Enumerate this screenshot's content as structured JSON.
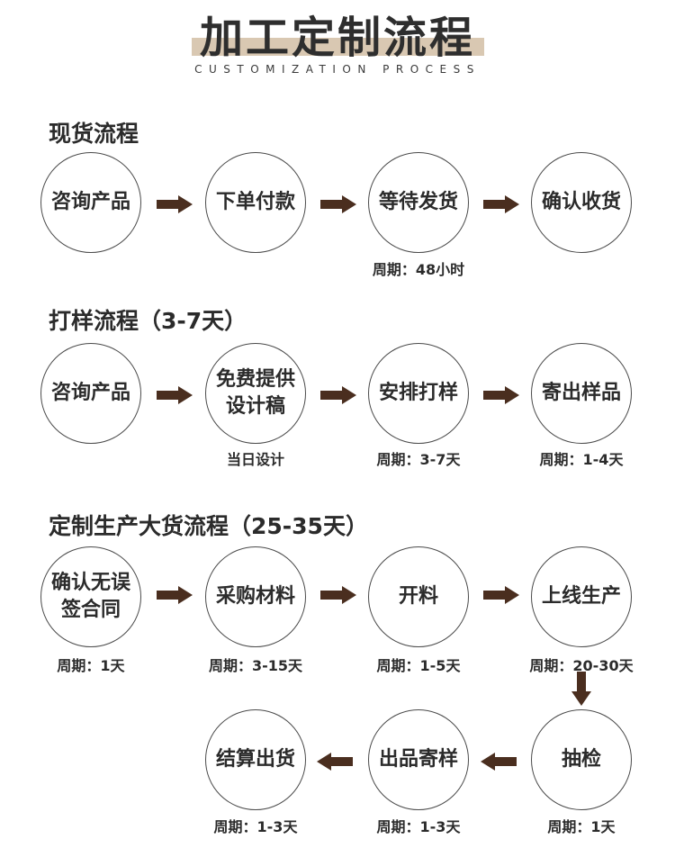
{
  "header": {
    "title": "加工定制流程",
    "subtitle": "CUSTOMIZATION PROCESS"
  },
  "sections": [
    {
      "title": "现货流程",
      "steps": [
        {
          "label": "咨询产品",
          "caption": ""
        },
        {
          "label": "下单付款",
          "caption": ""
        },
        {
          "label": "等待发货",
          "caption": "周期：48小时"
        },
        {
          "label": "确认收货",
          "caption": ""
        }
      ]
    },
    {
      "title": "打样流程（3-7天）",
      "steps": [
        {
          "label": "咨询产品",
          "caption": ""
        },
        {
          "label": "免费提供\n设计稿",
          "caption": "当日设计"
        },
        {
          "label": "安排打样",
          "caption": "周期：3-7天"
        },
        {
          "label": "寄出样品",
          "caption": "周期：1-4天"
        }
      ]
    },
    {
      "title": "定制生产大货流程（25-35天）",
      "steps": [
        {
          "label": "确认无误\n签合同",
          "caption": "周期：1天"
        },
        {
          "label": "采购材料",
          "caption": "周期：3-15天"
        },
        {
          "label": "开料",
          "caption": "周期：1-5天"
        },
        {
          "label": "上线生产",
          "caption": "周期：20-30天"
        },
        {
          "label": "抽检",
          "caption": "周期：1天"
        },
        {
          "label": "出品寄样",
          "caption": "周期：1-3天"
        },
        {
          "label": "结算出货",
          "caption": "周期：1-3天"
        }
      ]
    }
  ],
  "colors": {
    "arrow": "#4a2e1f",
    "title_bar": "#d9c8b2",
    "circle_border": "#4a4a4a"
  }
}
